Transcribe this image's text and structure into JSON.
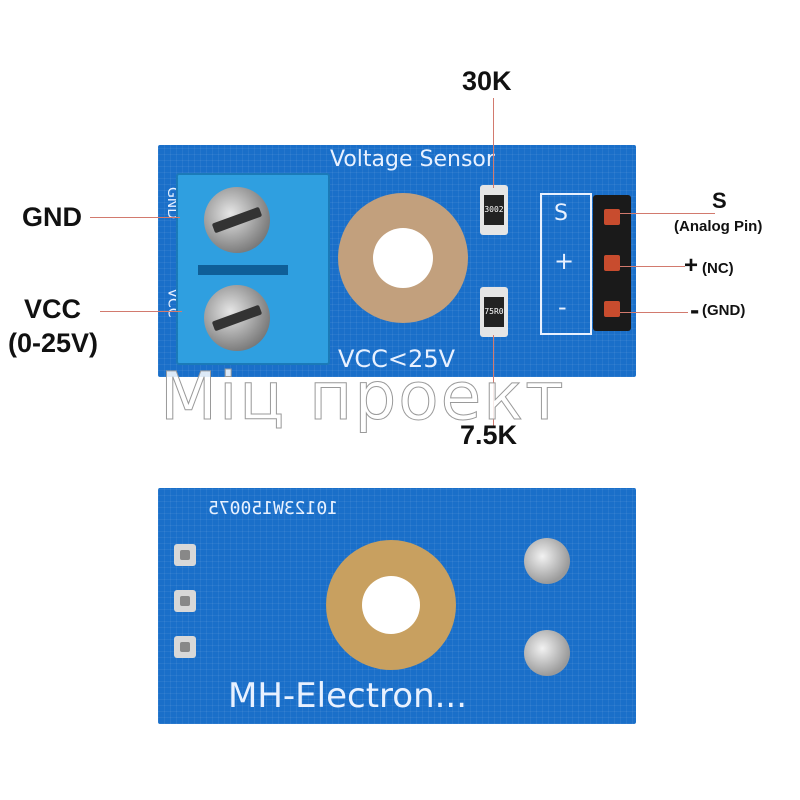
{
  "labels": {
    "r1": "30K",
    "r2": "7.5K",
    "gnd": "GND",
    "vcc": "VCC",
    "vcc_range": "(0-25V)",
    "s": "S",
    "analog": "(Analog Pin)",
    "plus": "+",
    "nc": "(NC)",
    "minus": "-",
    "gnd_pin": "(GND)"
  },
  "top_board": {
    "title": "Voltage Sensor",
    "vcc_note": "VCC<25V",
    "silk_gnd": "GND",
    "silk_vcc": "VCC",
    "header_s": "S",
    "header_plus": "+",
    "header_minus": "-",
    "r1_code": "3002",
    "r2_code": "75R0"
  },
  "bottom_board": {
    "serial": "10123W150075",
    "brand": "MH-Electron..."
  },
  "watermark": "Міц проект",
  "colors": {
    "pcb": "#1a6fc9",
    "terminal": "#2f9fe0",
    "leader": "#d27a6e"
  }
}
